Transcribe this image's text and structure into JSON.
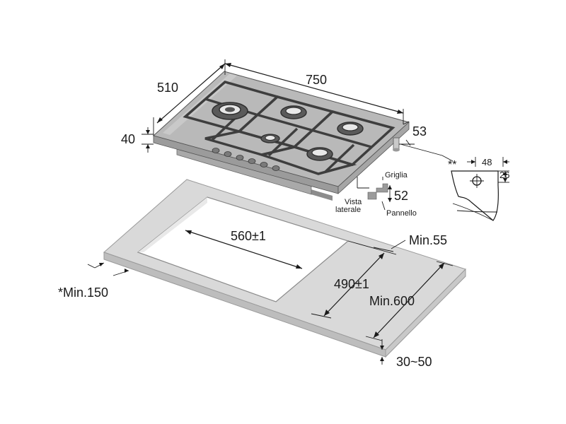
{
  "labels": {
    "width_750": "750",
    "depth_510": "510",
    "height_40": "40",
    "offset_53": "53",
    "cutout_width": "560±1",
    "cutout_depth": "490±1",
    "min_55": "Min.55",
    "min_150": "*Min.150",
    "min_600": "Min.600",
    "thickness": "30~50",
    "griglia": "Griglia",
    "pannello": "Pannello",
    "vista": "Vista",
    "laterale": "laterale",
    "dim_52": "52",
    "stars": "**",
    "dim_48": "48",
    "dim_26": "26"
  },
  "colors": {
    "hob_steel": "#b9b9b9",
    "hob_dark": "#4a4a4a",
    "counter_top": "#d9d9d9",
    "counter_edge": "#bdbdbd"
  }
}
